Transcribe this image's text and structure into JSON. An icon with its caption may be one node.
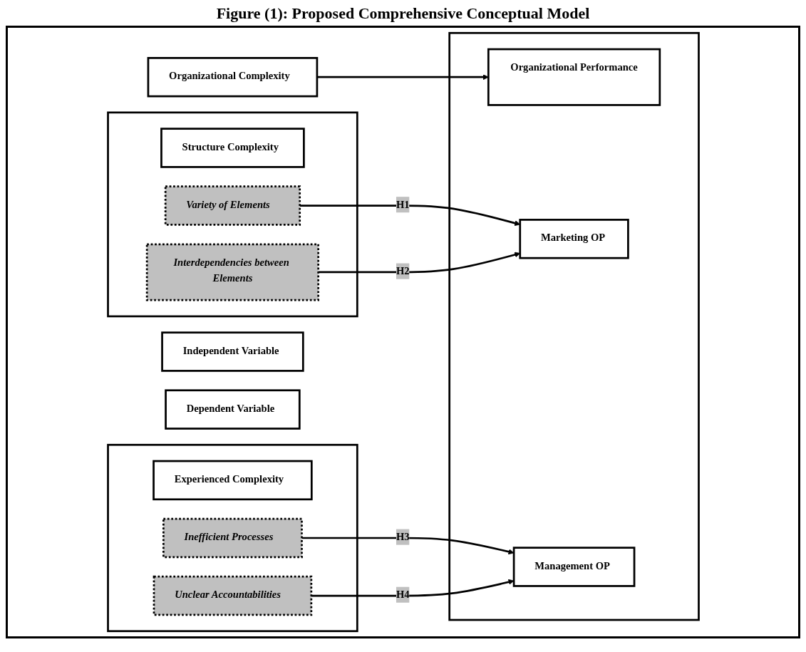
{
  "diagram": {
    "title": "Figure (1): Proposed Comprehensive Conceptual Model",
    "nodes": [
      {
        "text": [
          "Independent Variable"
        ]
      },
      {
        "text": [
          "Organizational Complexity"
        ]
      },
      {
        "text": [],
        "shape": "box"
      },
      {
        "text": [
          "Organizational Performance"
        ],
        "in": 2
      },
      {
        "text": [
          "Dependent Variable"
        ]
      },
      {
        "text": [],
        "shape": "box"
      },
      {
        "text": [
          "Structure Complexity"
        ],
        "in": 5
      },
      {
        "text": [
          "Variety of Elements"
        ],
        "in": 5
      },
      {
        "text": [
          "Interdependencies between Elements"
        ],
        "in": 5
      },
      {
        "text": [
          "Marketing OP"
        ],
        "in": 2
      },
      {
        "text": [],
        "shape": "box"
      },
      {
        "text": [
          "Experienced Complexity"
        ],
        "in": 10
      },
      {
        "text": [
          "Inefficient Processes"
        ],
        "in": 10
      },
      {
        "text": [
          "Unclear Accountabilities"
        ],
        "in": 10
      },
      {
        "text": [
          "Management OP"
        ],
        "in": 2
      }
    ],
    "edges": [
      {
        "from": 1,
        "to": 3,
        "arrow": "to"
      },
      {
        "from": 7,
        "to": 9,
        "arrow": "to",
        "label": "H1"
      },
      {
        "from": 8,
        "to": 9,
        "arrow": "to",
        "label": "H2"
      },
      {
        "from": 12,
        "to": 14,
        "arrow": "to",
        "label": "H3"
      },
      {
        "from": 13,
        "to": 14,
        "arrow": "to",
        "label": "H4"
      }
    ]
  }
}
